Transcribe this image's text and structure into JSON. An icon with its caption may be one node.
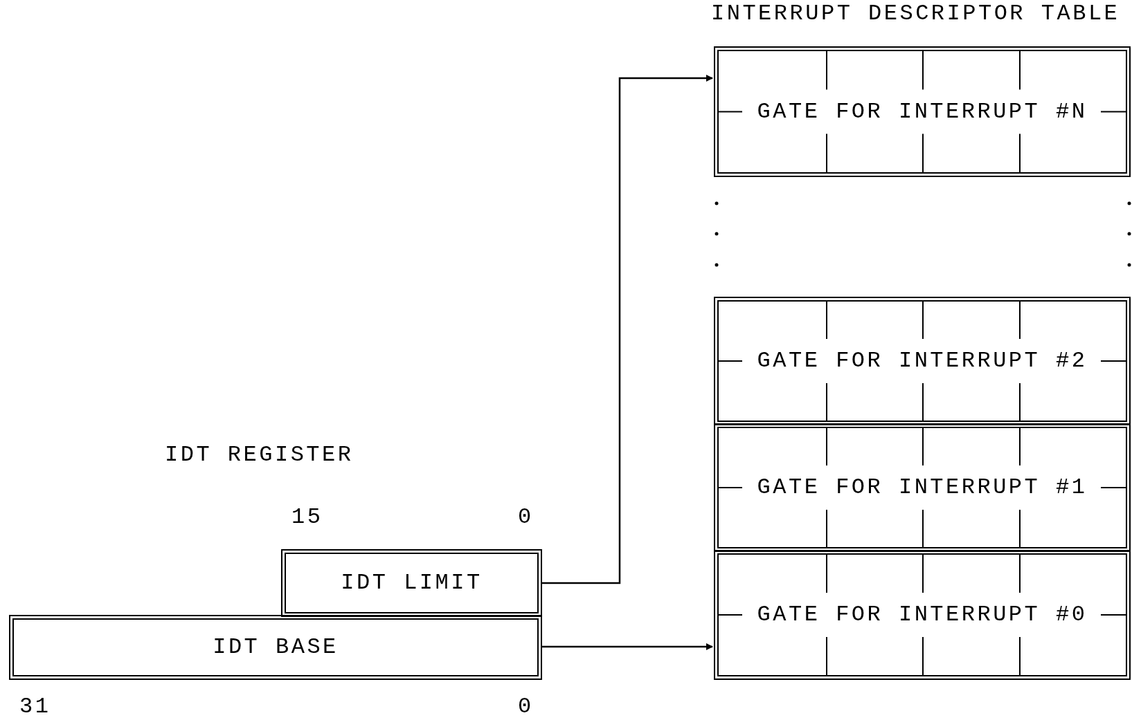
{
  "diagram": {
    "nodes": [
      {
        "text": [
          "GATE FOR INTERRUPT #N"
        ]
      },
      {
        "text": [
          "GATE FOR INTERRUPT #2"
        ]
      },
      {
        "text": [
          "GATE FOR INTERRUPT #1"
        ]
      },
      {
        "text": [
          "GATE FOR INTERRUPT #0"
        ]
      },
      {
        "text": [
          "IDT LIMIT"
        ]
      },
      {
        "text": [
          "IDT BASE"
        ]
      }
    ],
    "edges": [
      {
        "from": 4,
        "to": 0,
        "arrow": "to"
      },
      {
        "from": 5,
        "to": 3,
        "arrow": "to"
      }
    ],
    "labels": [
      "INTERRUPT DESCRIPTOR TABLE",
      "IDT REGISTER",
      "15",
      "0",
      "31",
      "0"
    ]
  }
}
